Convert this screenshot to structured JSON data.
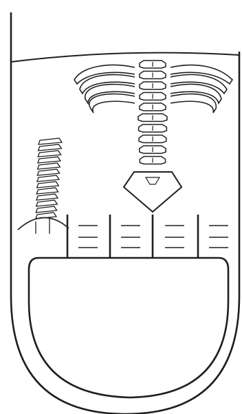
{
  "diagram": {
    "title": "",
    "colors": {
      "stroke": "#1f1f1f",
      "background": "#ffffff"
    },
    "left_spine": {
      "segments": 13
    },
    "right_spine": {
      "segments": 10
    },
    "rib_pairs": 4,
    "ruler_marks": 4,
    "dash_pairs_per_gap": 3
  }
}
